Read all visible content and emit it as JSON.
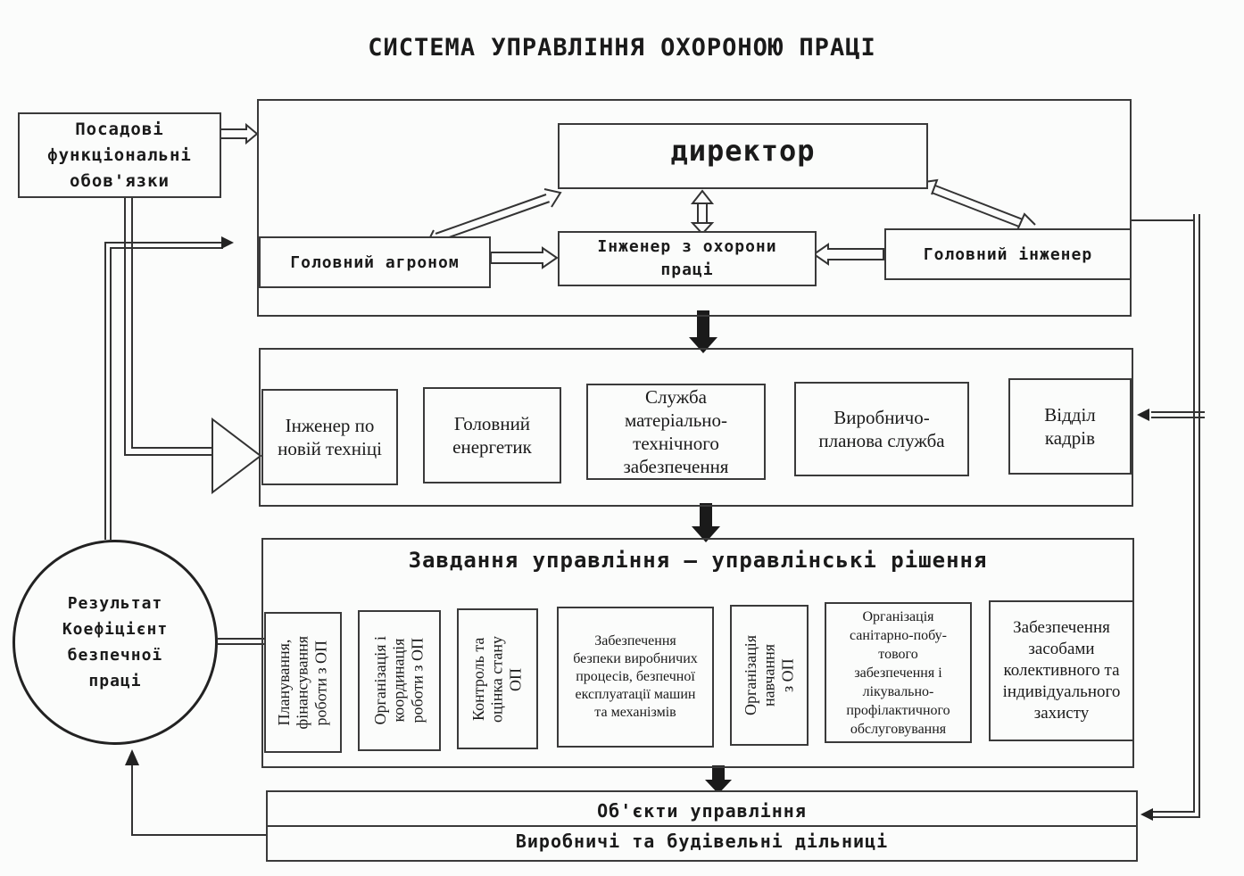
{
  "title": "СИСТЕМА УПРАВЛІННЯ ОХОРОНОЮ ПРАЦІ",
  "duties": "Посадові\nфункціональні\nобов'язки",
  "director": "директор",
  "chief_agronomist": "Головний агроном",
  "safety_engineer": "Інженер з охорони\nпраці",
  "chief_engineer": "Головний інженер",
  "services": [
    "Інженер по\nновій техніці",
    "Головний\nенергетик",
    "Служба\nматеріально-\nтехнічного\nзабезпечення",
    "Виробничо-\nпланова служба",
    "Відділ\nкадрів"
  ],
  "tasks_header": "Завдання управління – управлінські рішення",
  "tasks": [
    "Планування,\nфінансування\nроботи з ОП",
    "Організація і\nкоординація\nроботи з ОП",
    "Контроль та\nоцінка стану\nОП",
    "Забезпечення\nбезпеки виробничих\nпроцесів, безпечної\nексплуатації машин\nта механізмів",
    "Організація\nнавчання\nз ОП",
    "Організація\nсанітарно-побу-\nтового\nзабезпечення і\nлікувально-\nпрофілактичного\nобслуговування",
    "Забезпечення\nзасобами\nколективного та\nіндивідуального\nзахисту"
  ],
  "objects_line1": "Об'єкти управління",
  "objects_line2": "Виробничі та будівельні дільниці",
  "result": "Результат\nКоефіцієнт\nбезпечної\nпраці"
}
